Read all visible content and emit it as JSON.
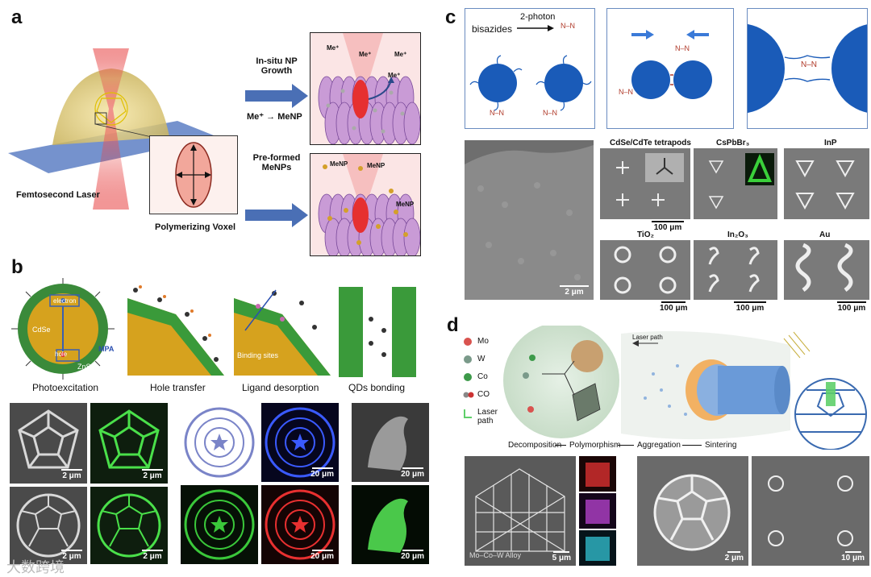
{
  "panel_a": {
    "label": "a",
    "laser_label": "Femtosecond Laser",
    "voxel_label": "Polymerizing Voxel",
    "path1_title": "In-situ NP Growth",
    "path1_reaction": "Me⁺ → MeNP",
    "path2_title": "Pre-formed MeNPs",
    "ion_label": "Me⁺",
    "np_label": "MeNP"
  },
  "panel_b": {
    "label": "b",
    "captions": [
      "Photoexcitation",
      "Hole transfer",
      "Ligand desorption",
      "QDs bonding"
    ],
    "electron_label": "electron",
    "hole_label": "hole",
    "cdse_label": "CdSe",
    "zns_label": "ZnS",
    "mpa_label": "MPA",
    "binding_label": "Binding sites",
    "scale_2um": "2 μm",
    "scale_20um": "20 μm"
  },
  "panel_c": {
    "label": "c",
    "bisazides_label": "bisazides",
    "two_photon_label": "2-photon",
    "azide_label": "N–N",
    "sample_titles": [
      "CdSe/CdTe tetrapods",
      "CsPbBr₃",
      "InP",
      "TiO₂",
      "In₂O₃",
      "Au"
    ],
    "scale_2um": "2 μm",
    "scale_100um": "100 μm"
  },
  "panel_d": {
    "label": "d",
    "legend": [
      {
        "label": "Mo",
        "color": "#d9534f"
      },
      {
        "label": "W",
        "color": "#7a9a8a"
      },
      {
        "label": "Co",
        "color": "#3d9a4a"
      },
      {
        "label": "CO",
        "color": "#888888"
      },
      {
        "label": "Laser path",
        "color": "#5fcf6a"
      }
    ],
    "process_steps": [
      "Decomposition",
      "Polymorphism",
      "Aggregation",
      "Sintering"
    ],
    "laser_path_label": "Laser path",
    "alloy_label": "Mo–Co–W Alloy",
    "scale_5um": "5 μm",
    "scale_2um": "2 μm",
    "scale_10um": "10 μm"
  },
  "watermark": "大数跨境"
}
